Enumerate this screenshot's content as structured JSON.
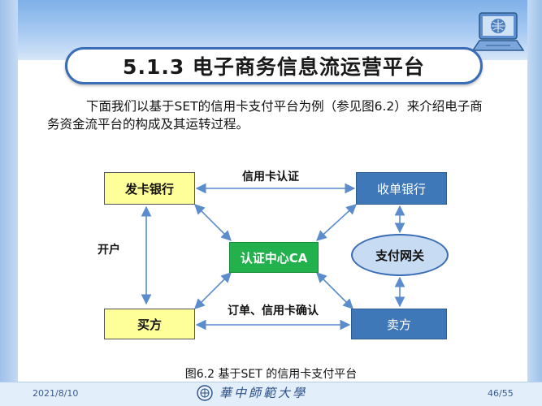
{
  "slide": {
    "title": "5.1.3 电子商务信息流运营平台",
    "intro_line1": "下面我们以基于SET的信用卡支付平台为例（参见图6.2）来介绍电子商",
    "intro_line2": "务资金流平台的构成及其运转过程。",
    "caption": "图6.2 基于SET 的信用卡支付平台"
  },
  "diagram": {
    "nodes": {
      "issuer": "发卡银行",
      "acquirer": "收单银行",
      "ca": "认证中心CA",
      "gateway": "支付网关",
      "buyer": "买方",
      "seller": "卖方"
    },
    "edge_labels": {
      "top": "信用卡认证",
      "left": "开户",
      "bottom": "订单、信用卡确认"
    }
  },
  "footer": {
    "date": "2021/8/10",
    "school": "華中師範大學",
    "page": "46/55"
  },
  "colors": {
    "accent": "#3a6db5",
    "yellow_box": "#ffff99",
    "blue_box": "#3f78b8",
    "green_box": "#22b14c",
    "oval_fill": "#c7dbf3",
    "arrow": "#5b8ccc"
  },
  "icons": [
    "laptop-globe-icon",
    "school-emblem-icon"
  ]
}
